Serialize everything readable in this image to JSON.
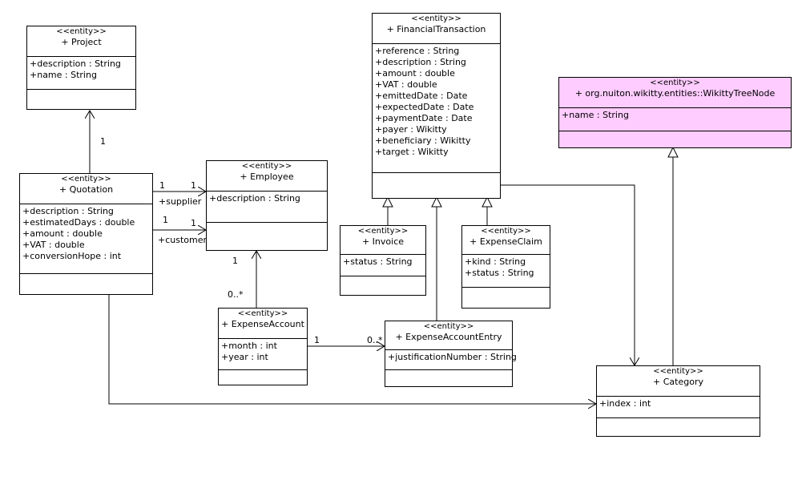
{
  "stereotype": "<<entity>>",
  "classes": {
    "project": {
      "name": "+ Project",
      "attrs": [
        "+description : String",
        "+name : String"
      ]
    },
    "quotation": {
      "name": "+ Quotation",
      "attrs": [
        "+description : String",
        "+estimatedDays : double",
        "+amount : double",
        "+VAT : double",
        "+conversionHope : int"
      ]
    },
    "employee": {
      "name": "+ Employee",
      "attrs": [
        "+description : String"
      ]
    },
    "expense_account": {
      "name": "+ ExpenseAccount",
      "attrs": [
        "+month : int",
        "+year : int"
      ]
    },
    "financial_transaction": {
      "name": "+ FinancialTransaction",
      "attrs": [
        "+reference : String",
        "+description : String",
        "+amount : double",
        "+VAT : double",
        "+emittedDate : Date",
        "+expectedDate : Date",
        "+paymentDate : Date",
        "+payer : Wikitty",
        "+beneficiary : Wikitty",
        "+target : Wikitty"
      ]
    },
    "invoice": {
      "name": "+ Invoice",
      "attrs": [
        "+status : String"
      ]
    },
    "expense_claim": {
      "name": "+ ExpenseClaim",
      "attrs": [
        "+kind : String",
        "+status : String"
      ]
    },
    "expense_account_entry": {
      "name": "+ ExpenseAccountEntry",
      "attrs": [
        "+justificationNumber : String"
      ]
    },
    "wikitty_tree_node": {
      "name": "+ org.nuiton.wikitty.entities::WikittyTreeNode",
      "attrs": [
        "+name : String"
      ],
      "fill": "#ffccff"
    },
    "category": {
      "name": "+ Category",
      "attrs": [
        "+index : int"
      ]
    }
  },
  "associations": {
    "quotation_project_mult": "1",
    "supplier_mult_src": "1",
    "supplier_mult_dst": "1",
    "supplier_role": "+supplier",
    "customer_mult_src": "1",
    "customer_mult_dst": "1",
    "customer_role": "+customer",
    "account_employee_src": "0..*",
    "account_employee_dst": "1",
    "account_entry_src": "1",
    "account_entry_dst": "0..*"
  }
}
